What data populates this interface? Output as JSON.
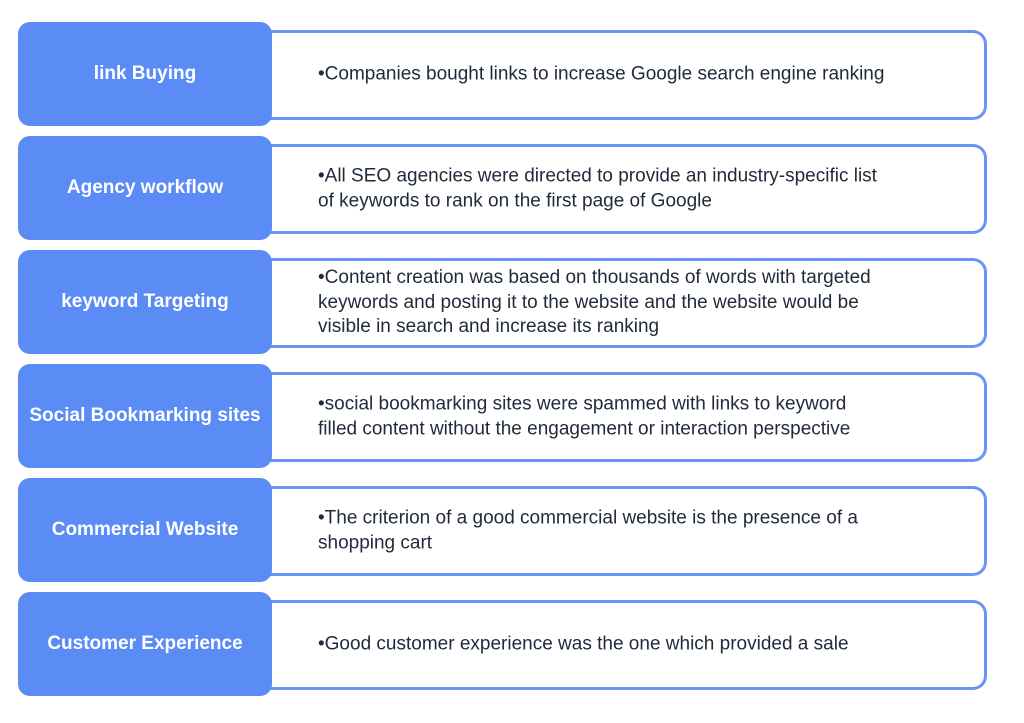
{
  "rows": [
    {
      "label": "link Buying",
      "lines": [
        "•Companies bought links to increase Google search engine ranking"
      ]
    },
    {
      "label": "Agency workflow",
      "lines": [
        "•All SEO agencies were directed to provide an industry-specific list",
        " of keywords to rank on the first page of Google"
      ]
    },
    {
      "label": "keyword Targeting",
      "lines": [
        "•Content creation was based on thousands of words with targeted",
        " keywords and posting it to the website and the website would be",
        " visible in search and increase its ranking"
      ]
    },
    {
      "label": "Social Bookmarking sites",
      "lines": [
        "•social bookmarking sites were spammed with links to keyword",
        " filled content without the engagement or interaction perspective"
      ]
    },
    {
      "label": "Commercial Website",
      "lines": [
        "•The criterion of a good commercial website is the presence of a",
        " shopping cart"
      ]
    },
    {
      "label": "Customer Experience",
      "lines": [
        "•Good customer experience was the one which provided a sale"
      ]
    }
  ]
}
